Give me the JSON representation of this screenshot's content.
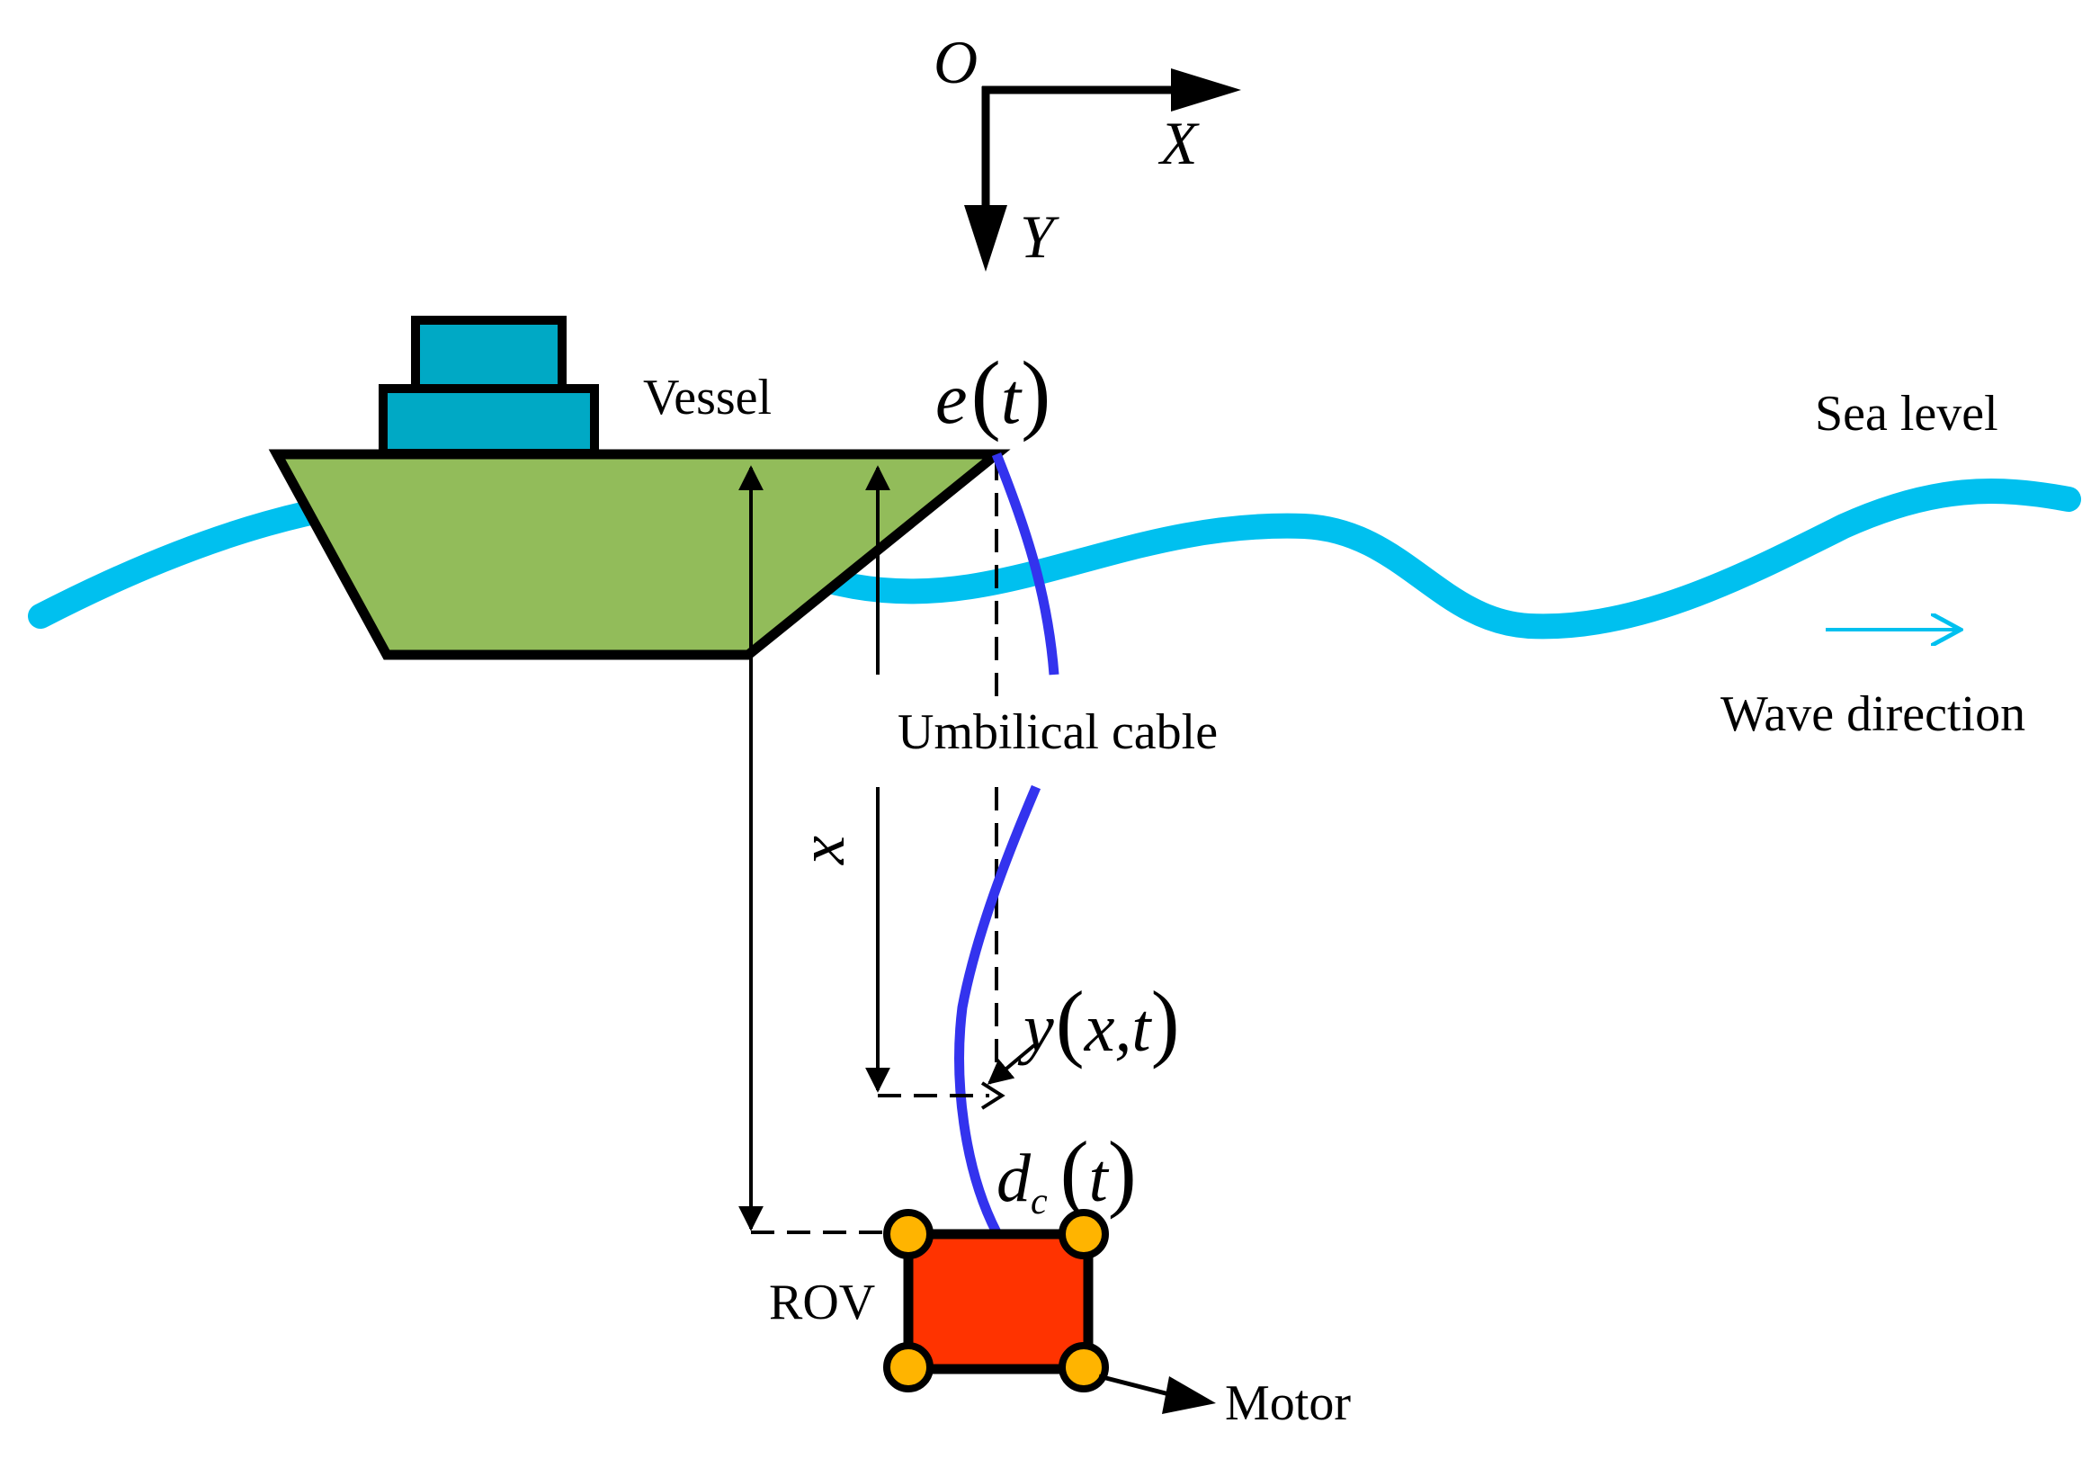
{
  "labels": {
    "origin": "O",
    "x_axis": "X",
    "y_axis": "Y",
    "vessel": "Vessel",
    "sea_level": "Sea level",
    "wave_direction": "Wave direction",
    "umbilical_cable": "Umbilical cable",
    "rov": "ROV",
    "motor": "Motor",
    "depth_var": "x"
  },
  "math": {
    "e": {
      "sym": "e",
      "arg": "t"
    },
    "y": {
      "sym": "y",
      "arg": "x,t"
    },
    "d": {
      "sym": "d",
      "sub": "c",
      "arg": "t"
    }
  },
  "colors": {
    "sea": "#00c0ef",
    "cable": "#3333ee",
    "hull": "#92bc5a",
    "cabin": "#00a9c5",
    "rov": "#ff3300",
    "motor": "#ffb400",
    "line": "#000000"
  }
}
